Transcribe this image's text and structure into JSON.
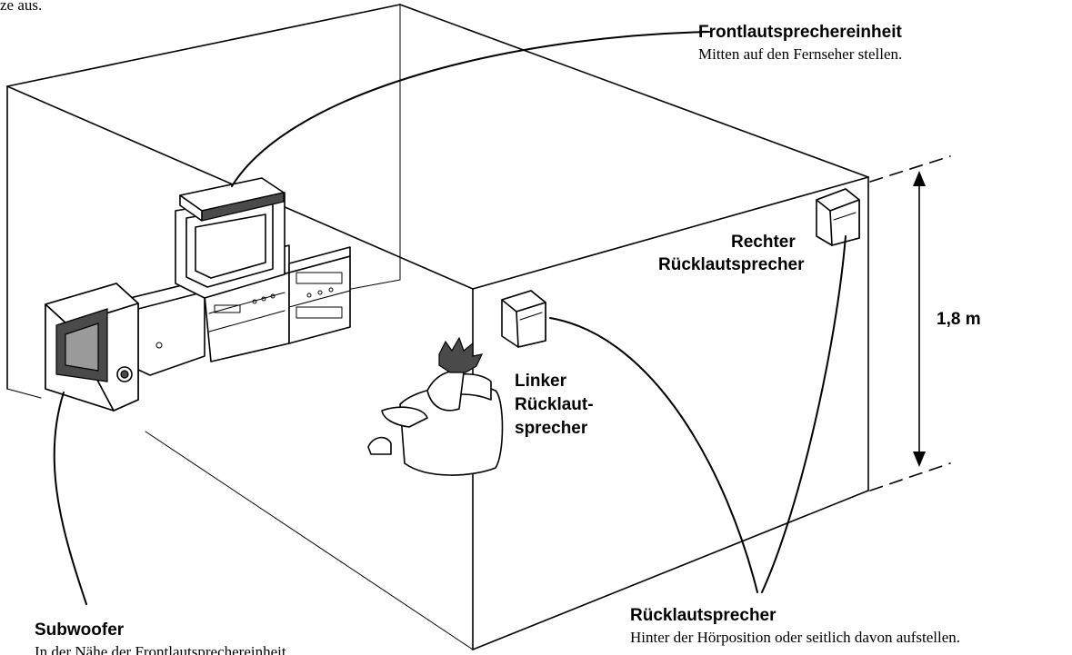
{
  "top_fragment": "ze aus.",
  "labels": {
    "front": {
      "title": "Frontlautsprechereinheit",
      "note": "Mitten auf den Fernseher stellen."
    },
    "right_rear": [
      "Rechter",
      "Rücklautsprecher"
    ],
    "left_rear": [
      "Linker",
      "Rücklaut-",
      "sprecher"
    ],
    "height": "1,8 m",
    "rear": {
      "title": "Rücklautsprecher",
      "note": "Hinter der Hörposition oder seitlich davon aufstellen."
    },
    "subwoofer": {
      "title": "Subwoofer",
      "note": "In der Nähe der Frontlautsprechereinheit"
    }
  }
}
